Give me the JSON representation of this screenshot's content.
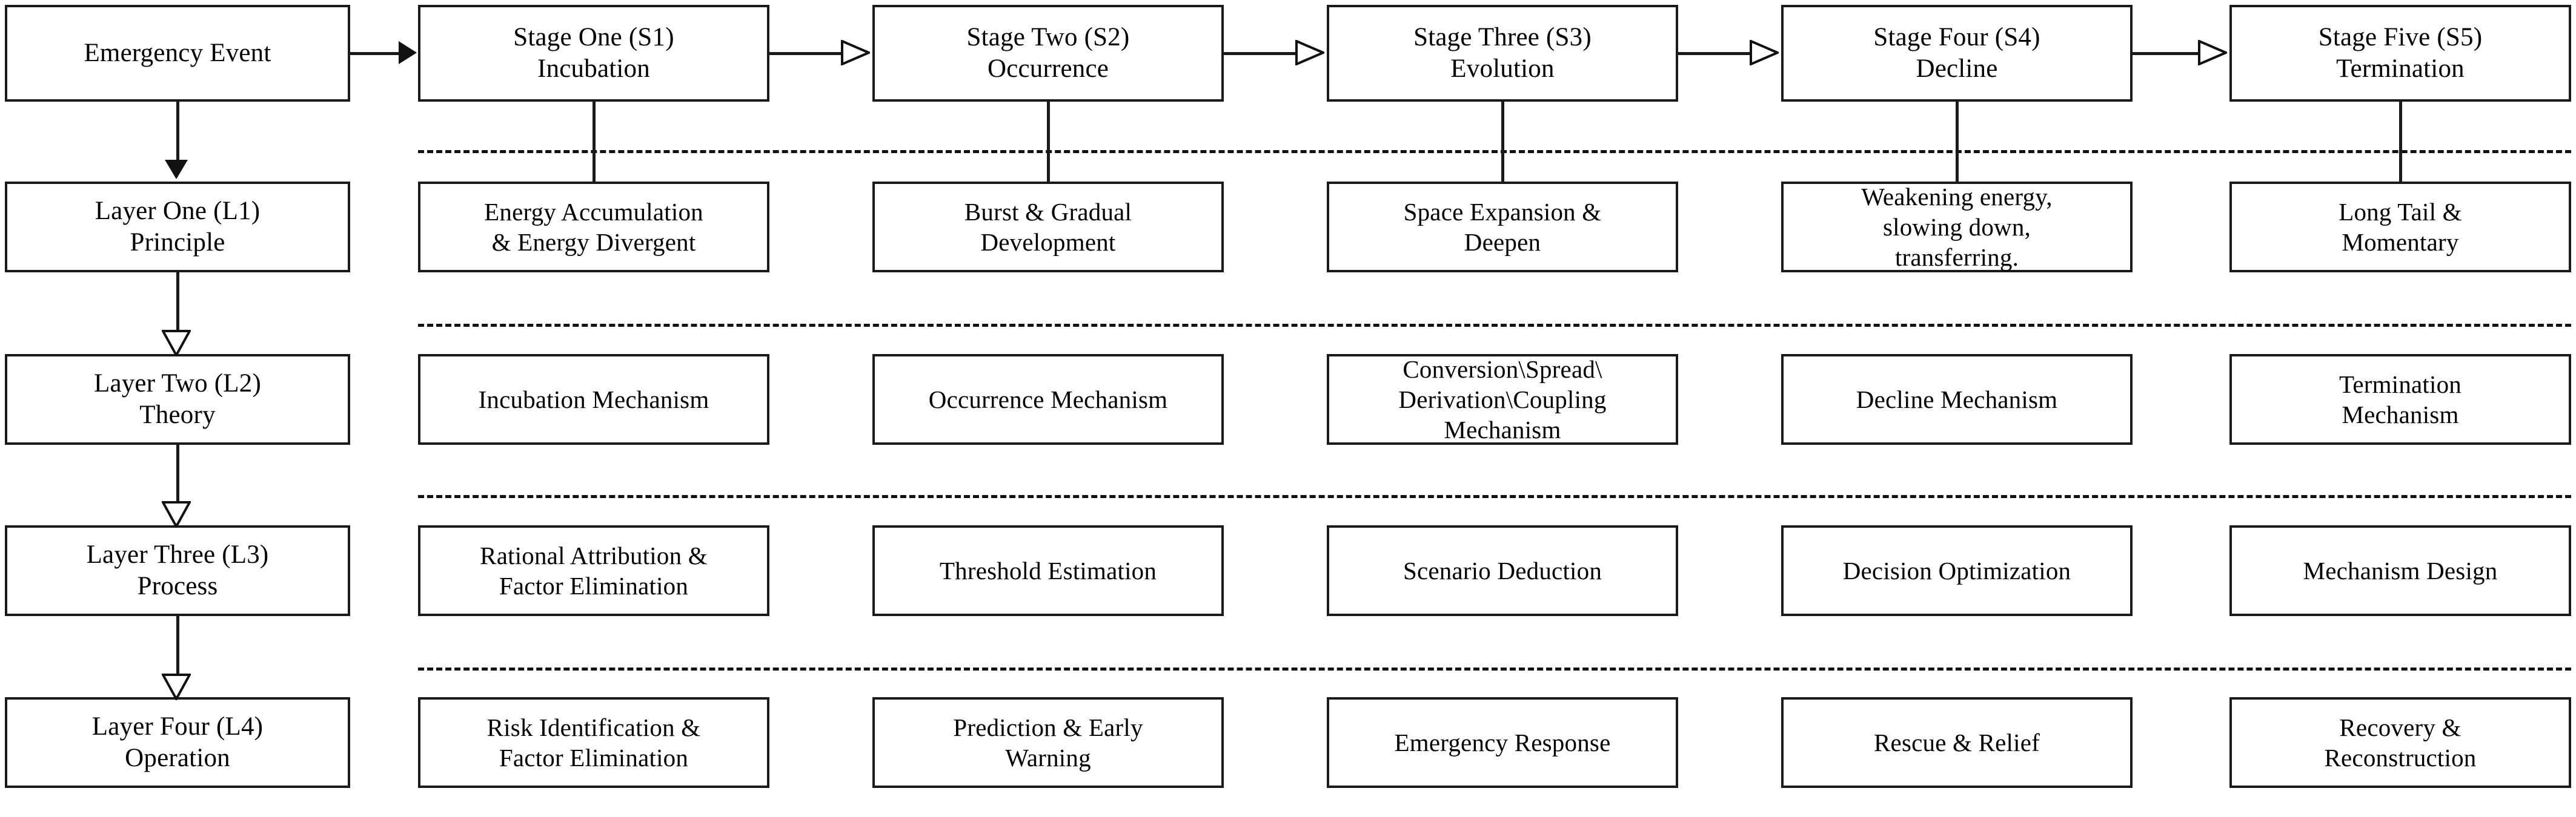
{
  "diagram": {
    "title": "Emergency Event Stage-Layer Matrix",
    "root": {
      "label": "Emergency Event"
    },
    "stages": [
      {
        "id": "S1",
        "label": "Stage One (S1)\nIncubation"
      },
      {
        "id": "S2",
        "label": "Stage Two (S2)\nOccurrence"
      },
      {
        "id": "S3",
        "label": "Stage Three (S3)\nEvolution"
      },
      {
        "id": "S4",
        "label": "Stage Four (S4)\nDecline"
      },
      {
        "id": "S5",
        "label": "Stage Five (S5)\nTermination"
      }
    ],
    "layers": [
      {
        "id": "L1",
        "label": "Layer One (L1)\nPrinciple"
      },
      {
        "id": "L2",
        "label": "Layer Two (L2)\nTheory"
      },
      {
        "id": "L3",
        "label": "Layer Three (L3)\nProcess"
      },
      {
        "id": "L4",
        "label": "Layer Four (L4)\nOperation"
      }
    ],
    "cells": {
      "L1": [
        "Energy Accumulation\n& Energy Divergent",
        "Burst & Gradual\nDevelopment",
        "Space Expansion &\nDeepen",
        "Weakening energy,\nslowing down,\ntransferring.",
        "Long Tail &\nMomentary"
      ],
      "L2": [
        "Incubation Mechanism",
        "Occurrence Mechanism",
        "Conversion\\Spread\\\nDerivation\\Coupling\nMechanism",
        "Decline Mechanism",
        "Termination\nMechanism"
      ],
      "L3": [
        "Rational Attribution &\nFactor Elimination",
        "Threshold Estimation",
        "Scenario Deduction",
        "Decision Optimization",
        "Mechanism Design"
      ],
      "L4": [
        "Risk Identification &\nFactor Elimination",
        "Prediction & Early\nWarning",
        "Emergency Response",
        "Rescue & Relief",
        "Recovery &\nReconstruction"
      ]
    },
    "arrows": {
      "root_to_s1": "arrow-right-solid-icon",
      "stage_to_stage": "arrow-right-hollow-icon",
      "root_to_l1": "arrow-down-solid-icon",
      "layer_to_layer": "arrow-down-hollow-icon"
    },
    "colors": {
      "stroke": "#1a1a1a",
      "background": "#ffffff",
      "text": "#000000"
    }
  }
}
